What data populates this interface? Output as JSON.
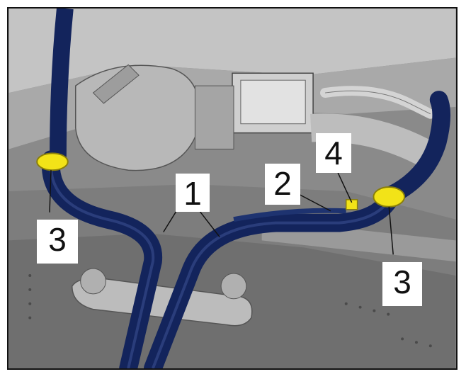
{
  "callouts": {
    "part_1": "1",
    "part_2": "2",
    "part_3_left": "3",
    "part_3_right": "3",
    "part_4": "4"
  },
  "colors": {
    "background": "#8f8f8f",
    "underbody_light": "#bdbdbd",
    "underbody_dark": "#5e5e5e",
    "hose": "#13245c",
    "hose_highlight": "#3b4f8f",
    "clamp": "#f2e318",
    "leader": "#111111"
  }
}
